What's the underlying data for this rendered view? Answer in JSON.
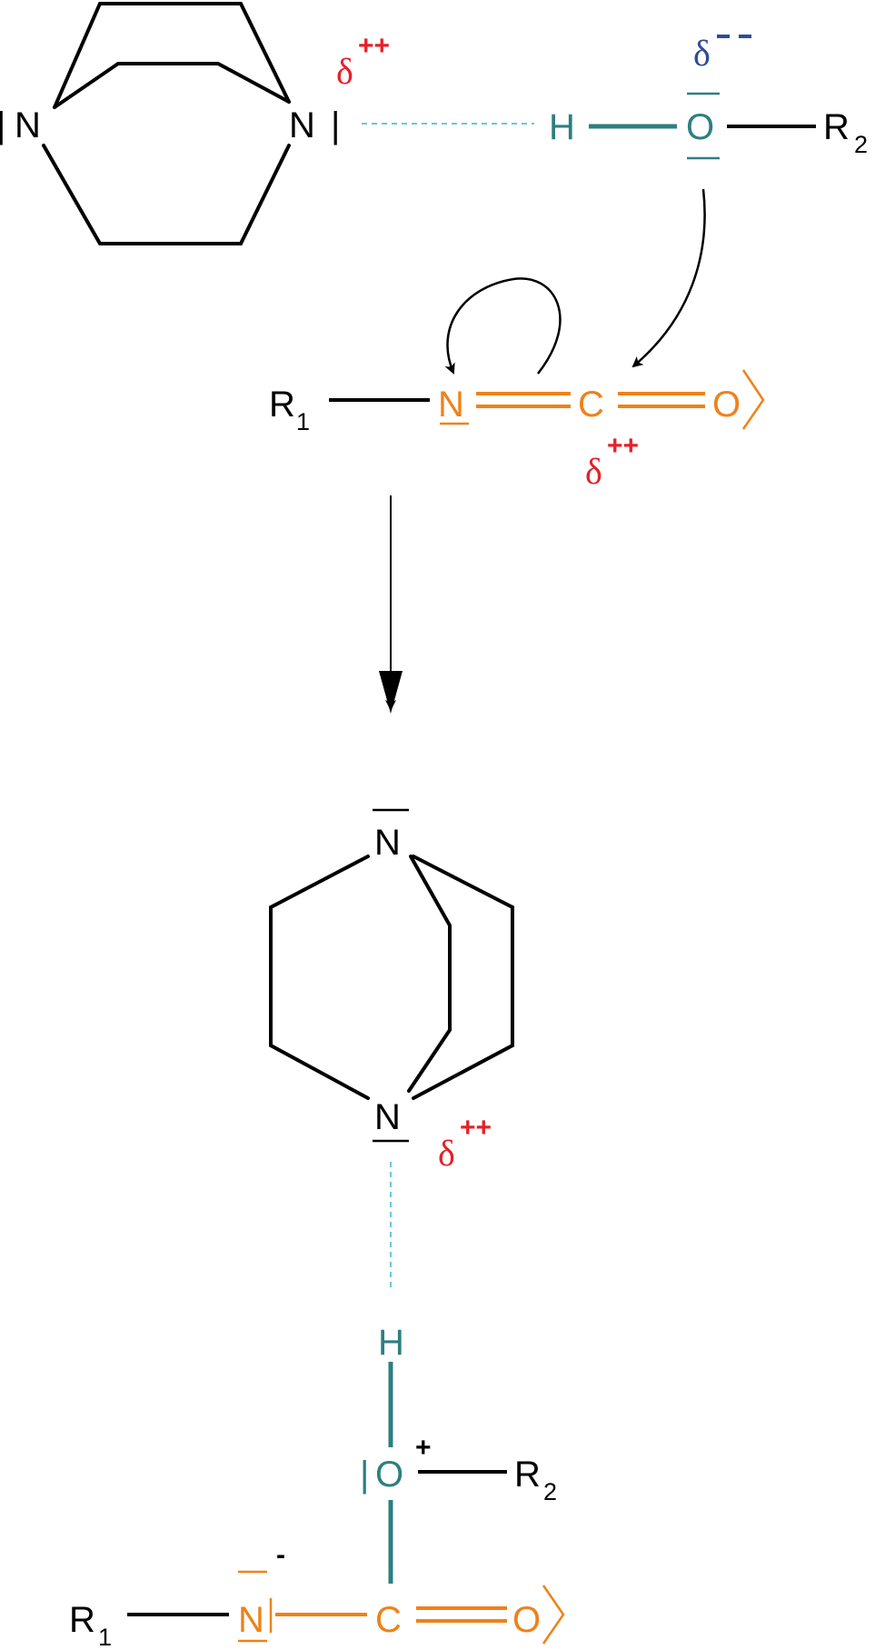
{
  "colors": {
    "black": "#000000",
    "teal": "#2e7f80",
    "orange": "#ee8219",
    "red": "#e4212b",
    "blue": "#2f4b9a",
    "hbond": "#6cc6d8"
  },
  "labels": {
    "N": "N",
    "H": "H",
    "O": "O",
    "C": "C",
    "R": "R",
    "sub1": "1",
    "sub2": "2",
    "delta": "δ",
    "plusplus": "++",
    "minusminus": "--",
    "plus": "+",
    "minus": "-"
  }
}
